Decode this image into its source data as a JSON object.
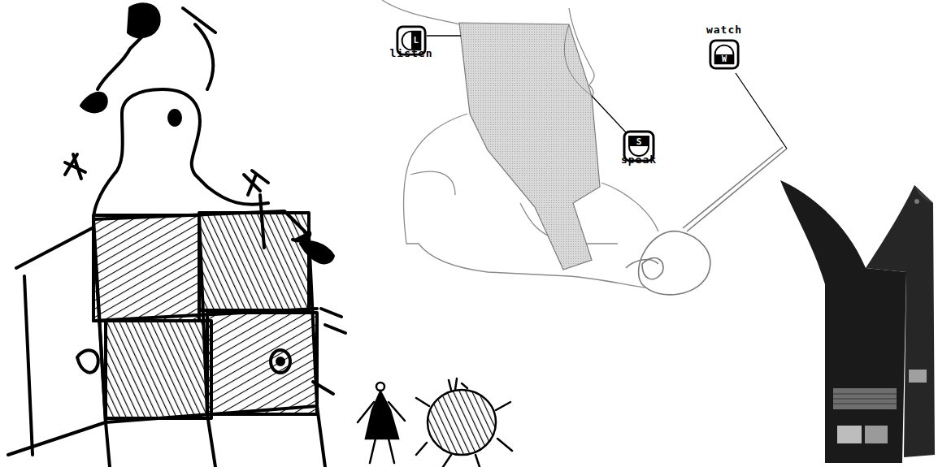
{
  "diagram": {
    "nodes": [
      {
        "text": [
          "L",
          "listen"
        ]
      },
      {
        "text": [
          "W",
          "watch"
        ]
      },
      {
        "text": [
          "S",
          "speak"
        ]
      }
    ]
  }
}
